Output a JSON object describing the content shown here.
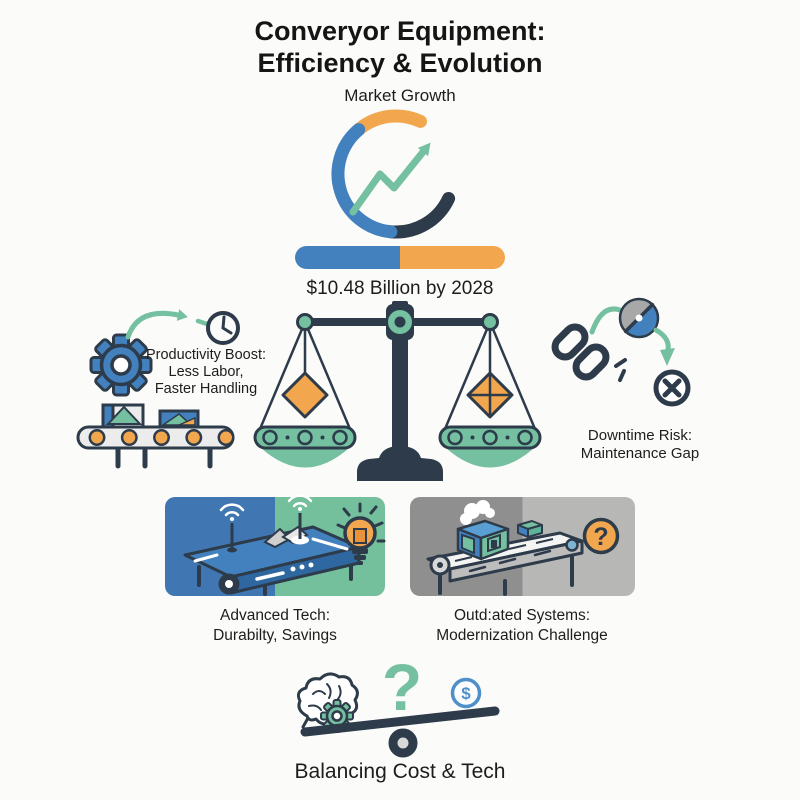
{
  "title": {
    "line1": "Converyor Equipment:",
    "line2": "Efficiency & Evolution"
  },
  "market_growth": {
    "label": "Market Growth",
    "caption": "$10.48 Billion by 2028",
    "bar_left_fraction": 0.5
  },
  "callouts": {
    "productivity": {
      "line1": "Productivity Boost:",
      "line2": "Less Labor,",
      "line3": "Faster Handling"
    },
    "downtime": {
      "line1": "Downtime Risk:",
      "line2": "Maintenance Gap"
    }
  },
  "panels": {
    "advanced": {
      "caption_line1": "Advanced Tech:",
      "caption_line2": "Durabilty, Savings"
    },
    "outdated": {
      "caption_line1": "Outd:ated Systems:",
      "caption_line2": "Modernization Challenge",
      "badge_glyph": "?"
    }
  },
  "footer": {
    "caption": "Balancing Cost & Tech",
    "question_glyph": "?",
    "dollar_glyph": "$"
  },
  "colors": {
    "dark": "#2d3b4a",
    "green": "#74c0a0",
    "orange": "#f2a74e",
    "blue": "#4281be",
    "blue_deep": "#2f67a1",
    "gray": "#a8a8a8",
    "panel_blue": "#4077b2",
    "panel_green": "#74bf9c",
    "panel_gray_dark": "#8f8f8f",
    "panel_gray_light": "#b7b7b6",
    "coin_blue": "#4f8fca",
    "belt_gray": "#ececec",
    "background": "#fbfbf9",
    "text": "#1d1d1d"
  }
}
